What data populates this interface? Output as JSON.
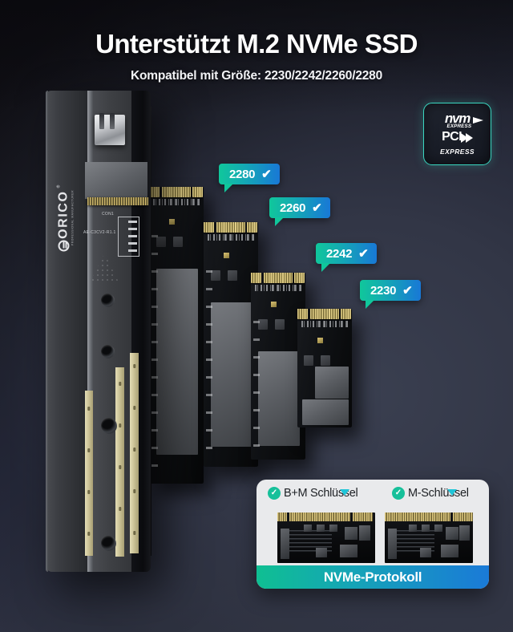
{
  "header": {
    "title": "Unterstützt M.2 NVMe SSD",
    "subtitle": "Kompatibel mit Größe: 2230/2242/2260/2280"
  },
  "badge": {
    "nvm_word": "nvm",
    "nvm_express": "EXPRESS",
    "pci_word": "PCI",
    "pci_express": "EXPRESS",
    "border_color": "#3ad6c0"
  },
  "enclosure": {
    "brand": "ORICO",
    "tagline": "PROFESSIONAL MANUFACTURER",
    "registered": "®",
    "pcb_label_connector": "CON1",
    "pcb_label_model": "AE-C3CV2-R1.1"
  },
  "callouts": [
    {
      "label": "2280",
      "check": "✔"
    },
    {
      "label": "2260",
      "check": "✔"
    },
    {
      "label": "2242",
      "check": "✔"
    },
    {
      "label": "2230",
      "check": "✔"
    }
  ],
  "panel": {
    "keys": [
      {
        "label": "B+M Schlüssel",
        "check": "✓"
      },
      {
        "label": "M-Schlüssel",
        "check": "✓"
      }
    ],
    "protocol_label": "NVMe-Protokoll",
    "accent_teal": "#16c09a",
    "accent_blue": "#1a7ad8"
  }
}
